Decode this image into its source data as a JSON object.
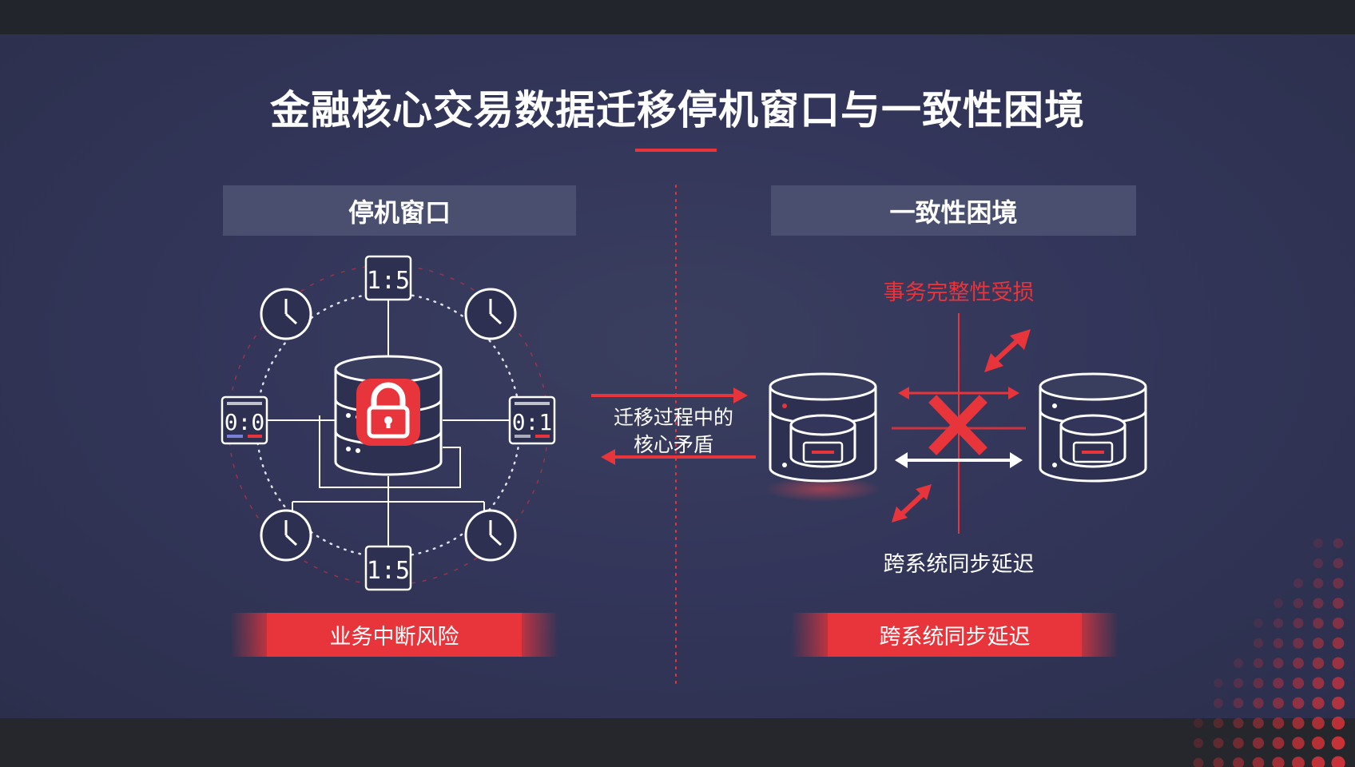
{
  "title": "金融核心交易数据迁移停机窗口与一致性困境",
  "left_panel": {
    "header": "停机窗口",
    "timers": {
      "top": "1:5",
      "bottom": "1:5",
      "left": "0:0",
      "right": "0:1"
    },
    "label": "业务中断风险"
  },
  "center": {
    "line1": "迁移过程中的",
    "line2": "核心矛盾"
  },
  "right_panel": {
    "header": "一致性困境",
    "top_caption": "事务完整性受损",
    "bottom_caption": "跨系统同步延迟",
    "label": "跨系统同步延迟"
  },
  "colors": {
    "accent": "#e8343b",
    "panel_header": "#4a4f70",
    "background": "#33365a"
  },
  "icons": [
    "clock-icon",
    "database-icon",
    "lock-icon",
    "timer-icon",
    "x-mark-icon",
    "arrow-icon"
  ]
}
